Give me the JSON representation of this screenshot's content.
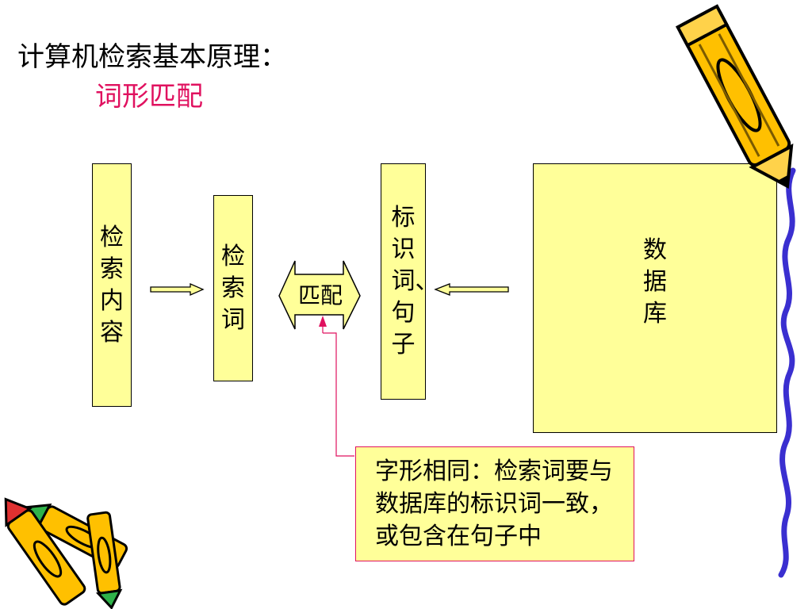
{
  "slide": {
    "title": "计算机检索基本原理：",
    "subtitle": "词形匹配"
  },
  "diagram": {
    "search_content": "检索内容",
    "search_term": "检索词",
    "match": "匹配",
    "identifier": "标识词、句子",
    "database": "数据库",
    "note": "字形相同：检索词要与数据库的标识词一致，或包含在句子中"
  },
  "colors": {
    "box_fill": "#ffff99",
    "accent": "#e0115f",
    "pencil_body": "#ffc000",
    "pencil_tip_wire": "#3a2fd0"
  },
  "decorations": {
    "top_right": "pencil-icon",
    "bottom_left": "crayons-icon",
    "right_edge": "squiggle-line"
  }
}
